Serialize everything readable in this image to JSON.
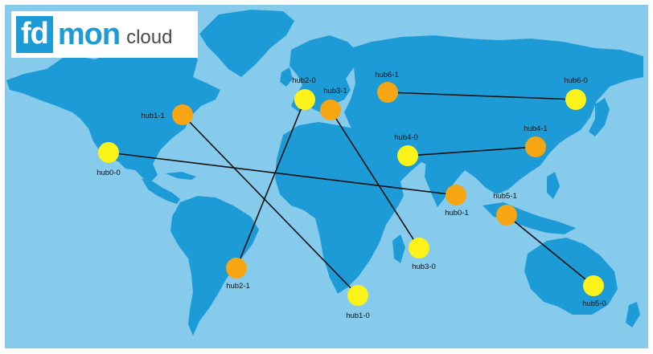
{
  "logo": {
    "box_text": "fd",
    "brand_text": "mon",
    "suffix_text": "cloud"
  },
  "colors": {
    "ocean": "#86cbec",
    "land": "#1d9bd7",
    "hub_primary": "#fbf21a",
    "hub_secondary": "#f6a612",
    "link": "#111111",
    "logo_blue": "#1d9bd7"
  },
  "hubs": [
    {
      "id": "hub0-0",
      "label": "hub0-0",
      "color": "yellow"
    },
    {
      "id": "hub0-1",
      "label": "hub0-1",
      "color": "orange"
    },
    {
      "id": "hub1-0",
      "label": "hub1-0",
      "color": "yellow"
    },
    {
      "id": "hub1-1",
      "label": "hub1-1",
      "color": "orange"
    },
    {
      "id": "hub2-0",
      "label": "hub2-0",
      "color": "yellow"
    },
    {
      "id": "hub2-1",
      "label": "hub2-1",
      "color": "orange"
    },
    {
      "id": "hub3-0",
      "label": "hub3-0",
      "color": "yellow"
    },
    {
      "id": "hub3-1",
      "label": "hub3-1",
      "color": "orange"
    },
    {
      "id": "hub4-0",
      "label": "hub4-0",
      "color": "yellow"
    },
    {
      "id": "hub4-1",
      "label": "hub4-1",
      "color": "orange"
    },
    {
      "id": "hub5-0",
      "label": "hub5-0",
      "color": "yellow"
    },
    {
      "id": "hub5-1",
      "label": "hub5-1",
      "color": "orange"
    },
    {
      "id": "hub6-0",
      "label": "hub6-0",
      "color": "yellow"
    },
    {
      "id": "hub6-1",
      "label": "hub6-1",
      "color": "orange"
    }
  ],
  "links": [
    [
      "hub0-0",
      "hub0-1"
    ],
    [
      "hub1-0",
      "hub1-1"
    ],
    [
      "hub2-0",
      "hub2-1"
    ],
    [
      "hub3-0",
      "hub3-1"
    ],
    [
      "hub4-0",
      "hub4-1"
    ],
    [
      "hub5-0",
      "hub5-1"
    ],
    [
      "hub6-0",
      "hub6-1"
    ]
  ]
}
